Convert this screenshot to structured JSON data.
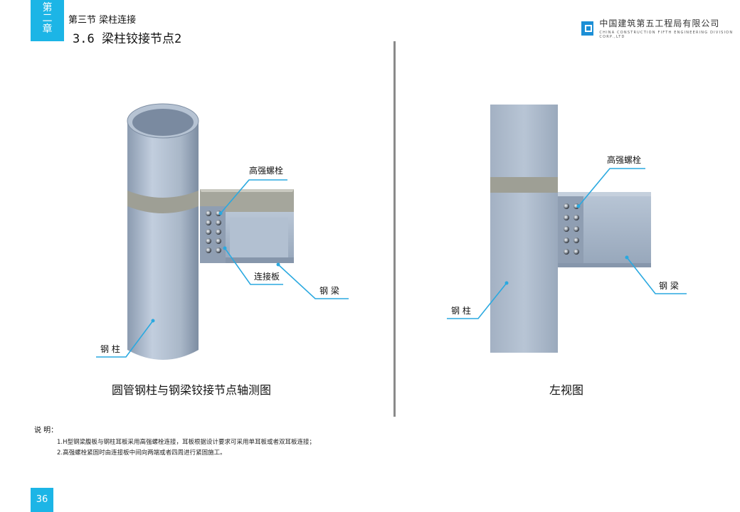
{
  "header": {
    "chapter_chars": [
      "第",
      "二",
      "章"
    ],
    "section": "第三节  梁柱连接",
    "title": "3.6 梁柱铰接节点2",
    "company_cn": "中国建筑第五工程局有限公司",
    "company_en": "CHINA CONSTRUCTION FIFTH ENGINEERING DIVISION CORP.,LTD"
  },
  "left_view": {
    "caption": "圆管钢柱与钢梁铰接节点轴测图",
    "labels": {
      "bolt": "高强螺栓",
      "plate": "连接板",
      "beam": "钢  梁",
      "column": "钢  柱"
    }
  },
  "right_view": {
    "caption": "左视图",
    "labels": {
      "bolt": "高强螺栓",
      "beam": "钢  梁",
      "column": "钢  柱"
    }
  },
  "notes": {
    "heading": "说  明：",
    "items": [
      "1.H型钢梁腹板与钢柱耳板采用高强螺栓连接，耳板根据设计要求可采用单耳板或者双耳板连接；",
      "2.高强螺栓紧固时由连接板中间向两端或者四周进行紧固施工。"
    ]
  },
  "footer": {
    "page_number": "36"
  },
  "colors": {
    "accent": "#1cb5e6",
    "steel": "#a9b7c8",
    "callout_line": "#2aa9e0"
  }
}
